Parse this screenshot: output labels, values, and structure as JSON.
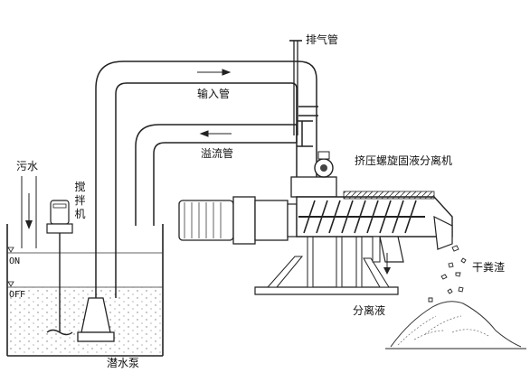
{
  "labels": {
    "exhaust_pipe": "排气管",
    "input_pipe": "输入管",
    "overflow_pipe": "溢流管",
    "sewage": "污水",
    "mixer": "搅拌机",
    "machine": "挤压螺旋固液分离机",
    "dry_residue": "干粪渣",
    "separated_liquid": "分离液",
    "submersible_pump": "潜水泵",
    "level_on": "ON",
    "level_off": "OFF"
  }
}
